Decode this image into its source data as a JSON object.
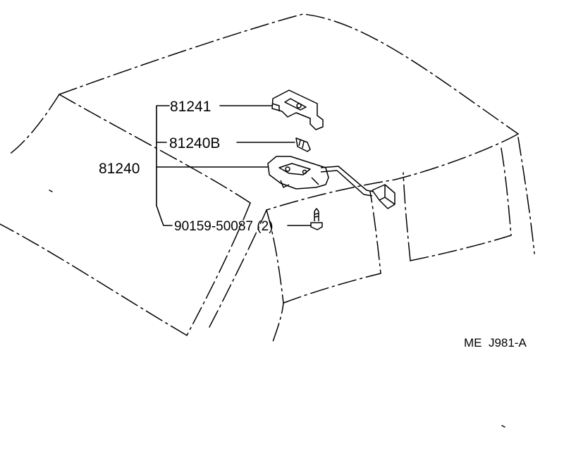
{
  "parts": {
    "bracket": "81241",
    "bulb": "81240B",
    "lamp_assembly": "81240",
    "screw": "90159-50087 (2)"
  },
  "diagram_ref": "ME  J981-A"
}
